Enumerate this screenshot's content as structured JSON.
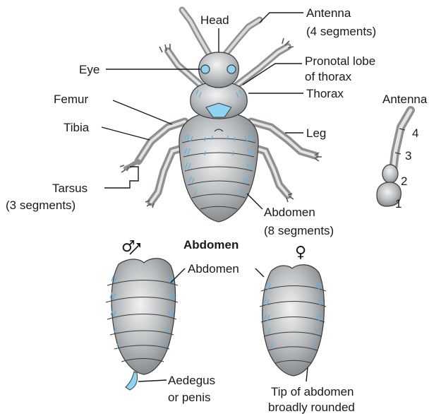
{
  "diagram": {
    "labels": {
      "head": "Head",
      "antenna_line1": "Antenna",
      "antenna_line2": "(4 segments)",
      "eye": "Eye",
      "pronotal_line1": "Pronotal lobe",
      "pronotal_line2": "of thorax",
      "femur": "Femur",
      "thorax": "Thorax",
      "antenna_detail_title": "Antenna",
      "tibia": "Tibia",
      "leg": "Leg",
      "tarsus_line1": "Tarsus",
      "tarsus_line2": "(3 segments)",
      "abdomen_line1": "Abdomen",
      "abdomen_line2": "(8 segments)",
      "abdomen_section": "Abdomen",
      "abdomen_shared": "Abdomen",
      "aedeagus_line1": "Aedegus",
      "aedeagus_line2": "or penis",
      "tip_line1": "Tip of abdomen",
      "tip_line2": "broadly rounded"
    },
    "antenna_segment_numbers": [
      "1",
      "2",
      "3",
      "4"
    ],
    "symbols": {
      "male": "♂",
      "female": "♀"
    },
    "colors": {
      "body_gray": "#a9acae",
      "highlight": "#e8e9ea",
      "hair_blue": "#5ab4e6",
      "outline": "#3a3a3a"
    }
  }
}
